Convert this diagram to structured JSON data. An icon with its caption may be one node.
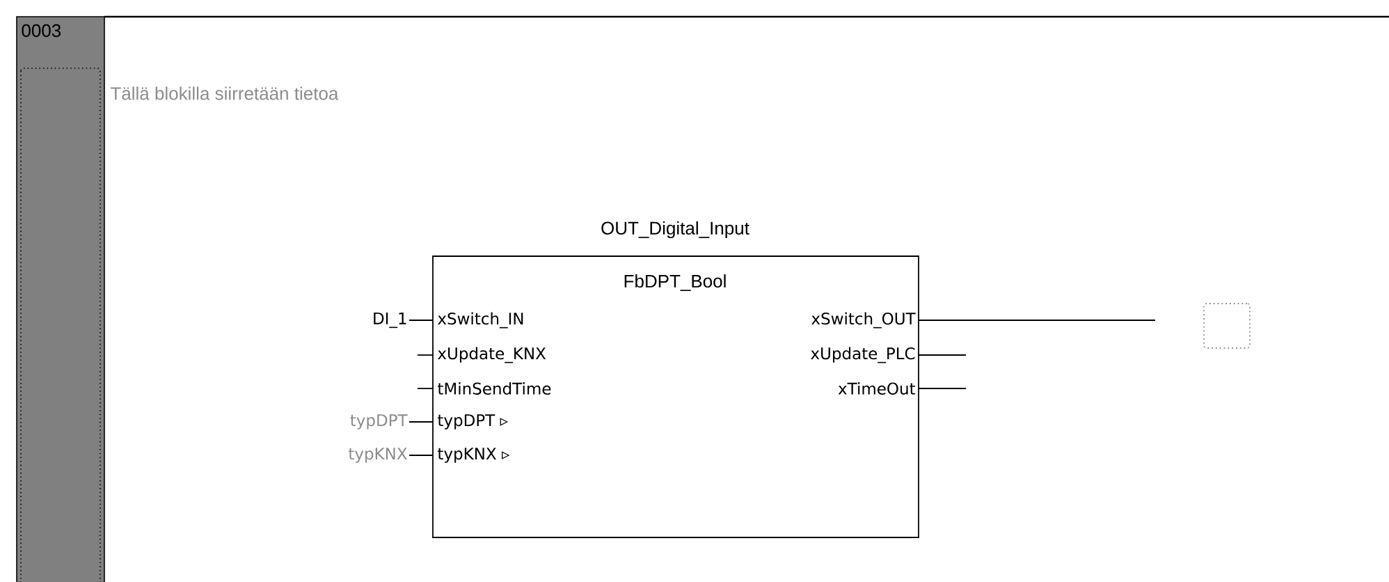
{
  "diagram": {
    "nodes": [
      {
        "text": [
          "OUT_Digital_Input",
          "FbDPT_Bool"
        ]
      },
      {
        "text": [
          "xSwitch_IN"
        ],
        "in": 0
      },
      {
        "text": [
          "xUpdate_KNX"
        ],
        "in": 0
      },
      {
        "text": [
          "tMinSendTime"
        ],
        "in": 0
      },
      {
        "text": [
          "typDPT ▹"
        ],
        "in": 0
      },
      {
        "text": [
          "typKNX ▹"
        ],
        "in": 0
      },
      {
        "text": [
          "xSwitch_OUT"
        ],
        "in": 0
      },
      {
        "text": [
          "xUpdate_PLC"
        ],
        "in": 0
      },
      {
        "text": [
          "xTimeOut"
        ],
        "in": 0
      },
      {
        "text": [
          "DI_1"
        ]
      },
      {
        "text": [
          "typDPT"
        ]
      },
      {
        "text": [
          "typKNX"
        ]
      },
      {
        "text": [],
        "shape": "box"
      }
    ],
    "edges": [
      {
        "from": 9,
        "to": 1,
        "arrow": "none"
      },
      {
        "from": null,
        "to": 2,
        "arrow": "none"
      },
      {
        "from": null,
        "to": 3,
        "arrow": "none"
      },
      {
        "from": 10,
        "to": 4,
        "arrow": "none"
      },
      {
        "from": 11,
        "to": 5,
        "arrow": "none"
      },
      {
        "from": 6,
        "to": null,
        "arrow": "none"
      },
      {
        "from": 7,
        "to": null,
        "arrow": "none"
      },
      {
        "from": 8,
        "to": null,
        "arrow": "none"
      }
    ],
    "labels": [
      "0003",
      "Tällä blokilla siirretään tietoa"
    ]
  }
}
